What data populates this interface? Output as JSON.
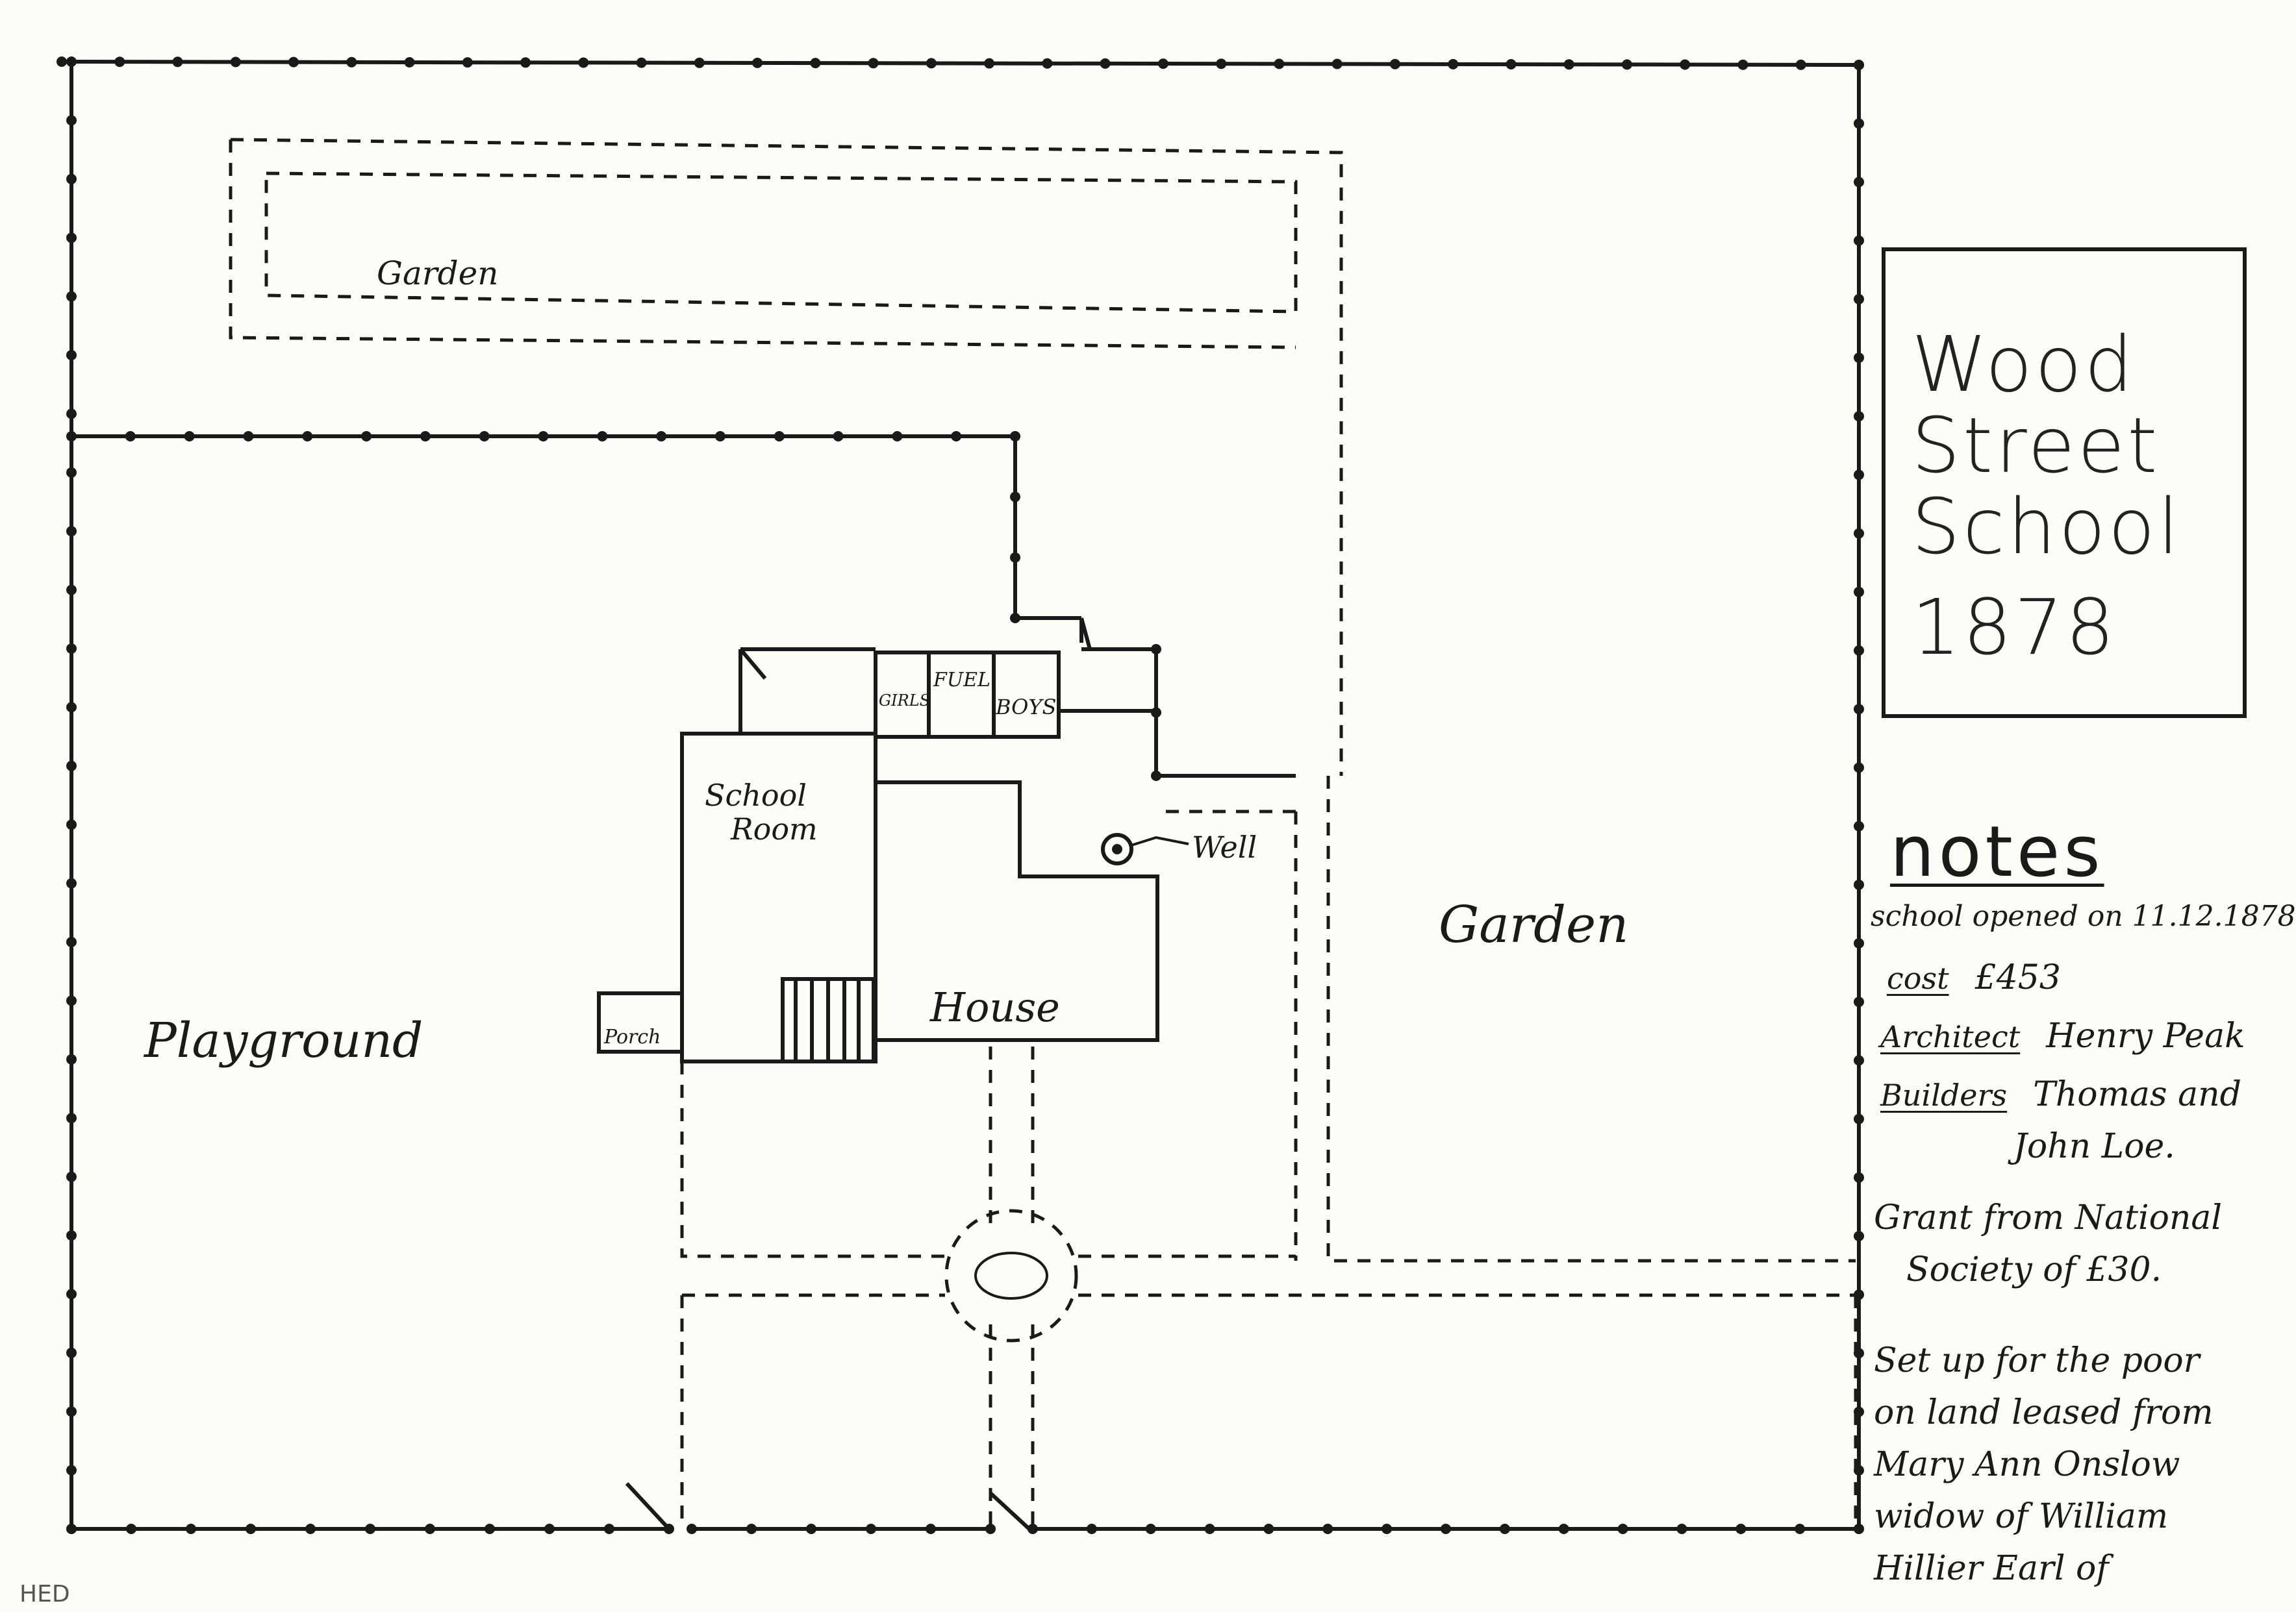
{
  "title": {
    "line1": "Wood",
    "line2": "Street",
    "line3": "School",
    "year": "1878"
  },
  "labels": {
    "garden_top": "Garden",
    "garden_right": "Garden",
    "playground": "Playground",
    "school_room_1": "School",
    "school_room_2": "Room",
    "house": "House",
    "porch": "Porch",
    "well": "Well",
    "girls": "GIRLS",
    "fuel": "FUEL",
    "boys": "BOYS"
  },
  "notes": {
    "heading": "notes",
    "opened": "school opened on 11.12.1878",
    "cost_key": "cost",
    "cost_val": "£453",
    "architect_key": "Architect",
    "architect_val": "Henry Peak",
    "builders_key": "Builders",
    "builders_val_1": "Thomas and",
    "builders_val_2": "John Loe.",
    "grant_1": "Grant from National",
    "grant_2": "Society of £30.",
    "setup_1": "Set up for the poor",
    "setup_2": "on land leased from",
    "setup_3": "Mary Ann Onslow",
    "setup_4": "widow of William",
    "setup_5": "Hillier Earl of"
  },
  "footer": {
    "initials": "HED"
  },
  "colors": {
    "ink": "#1a1a1a",
    "paper": "#fdfdf8"
  }
}
